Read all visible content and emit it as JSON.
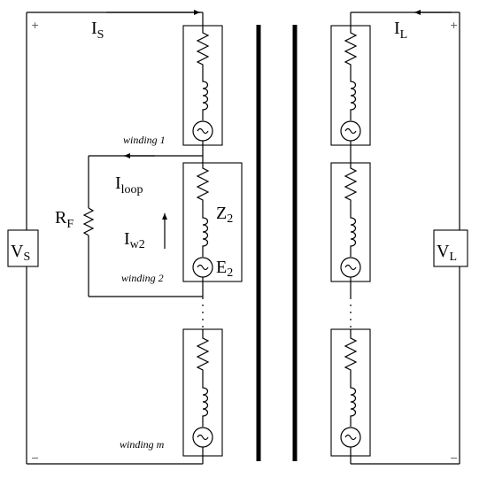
{
  "source_current": {
    "main": "I",
    "sub": "S"
  },
  "load_current": {
    "main": "I",
    "sub": "L"
  },
  "source_voltage": {
    "main": "V",
    "sub": "S"
  },
  "load_voltage": {
    "main": "V",
    "sub": "L"
  },
  "loop_current": {
    "main": "I",
    "sub": "loop"
  },
  "fault_resistor": {
    "main": "R",
    "sub": "F"
  },
  "winding_current": {
    "main": "I",
    "sub": "w2"
  },
  "impedance": {
    "main": "Z",
    "sub": "2"
  },
  "emf": {
    "main": "E",
    "sub": "2"
  },
  "winding_labels": {
    "w1": "winding 1",
    "w2": "winding 2",
    "wm": "winding m"
  },
  "polarity": {
    "plus": "+",
    "minus": "−"
  }
}
